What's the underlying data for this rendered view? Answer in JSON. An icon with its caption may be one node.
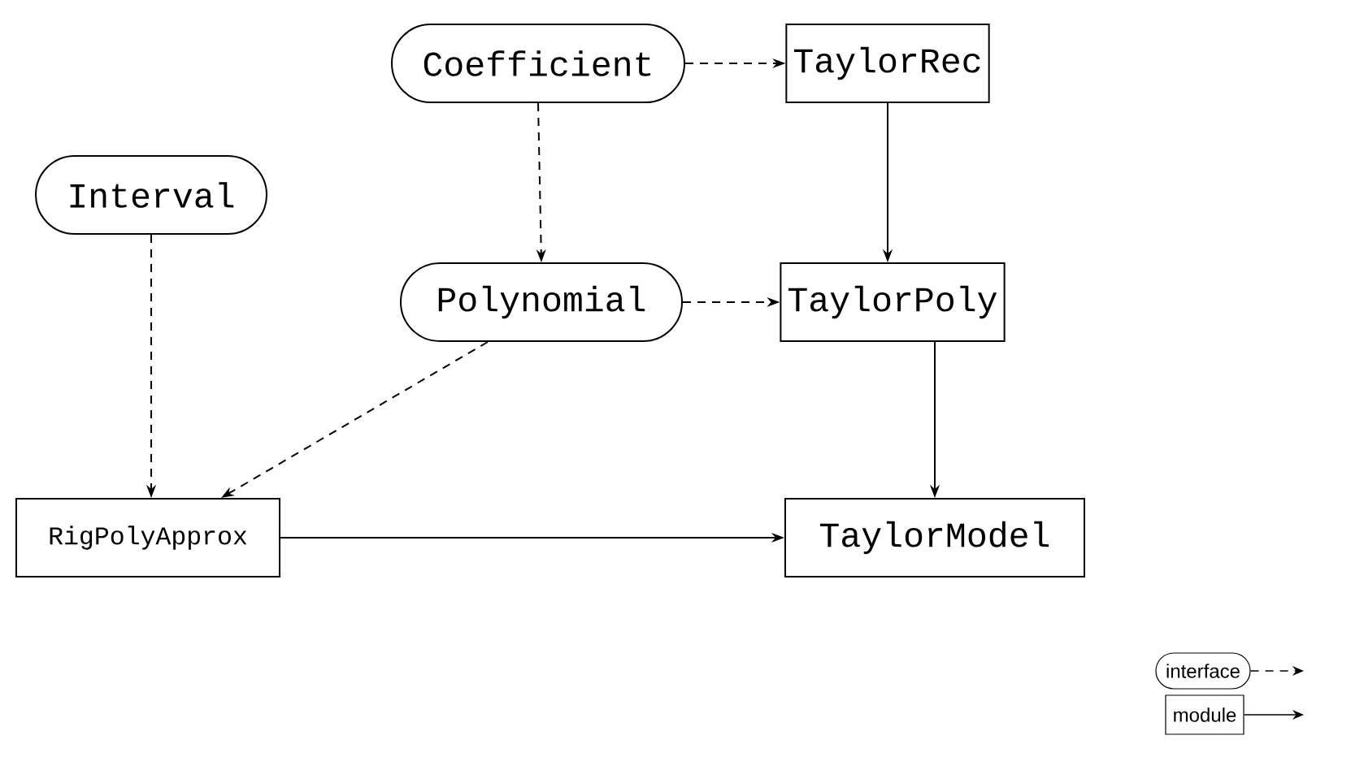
{
  "diagram": {
    "nodes": [
      {
        "text": [
          "Coefficient"
        ]
      },
      {
        "text": [
          "TaylorRec"
        ]
      },
      {
        "text": [
          "Interval"
        ]
      },
      {
        "text": [
          "Polynomial"
        ]
      },
      {
        "text": [
          "TaylorPoly"
        ]
      },
      {
        "text": [
          "RigPolyApprox"
        ]
      },
      {
        "text": [
          "TaylorModel"
        ]
      }
    ],
    "edges": [
      {
        "from": 0,
        "to": 1,
        "arrow": "to",
        "style": "dashed"
      },
      {
        "from": 0,
        "to": 3,
        "arrow": "to",
        "style": "dashed"
      },
      {
        "from": 1,
        "to": 4,
        "arrow": "to"
      },
      {
        "from": 3,
        "to": 4,
        "arrow": "to",
        "style": "dashed"
      },
      {
        "from": 2,
        "to": 5,
        "arrow": "to",
        "style": "dashed"
      },
      {
        "from": 3,
        "to": 5,
        "arrow": "to",
        "style": "dashed"
      },
      {
        "from": 4,
        "to": 6,
        "arrow": "to"
      },
      {
        "from": 5,
        "to": 6,
        "arrow": "to"
      }
    ],
    "legend": [
      {
        "text": "interface"
      },
      {
        "text": "module"
      }
    ]
  }
}
